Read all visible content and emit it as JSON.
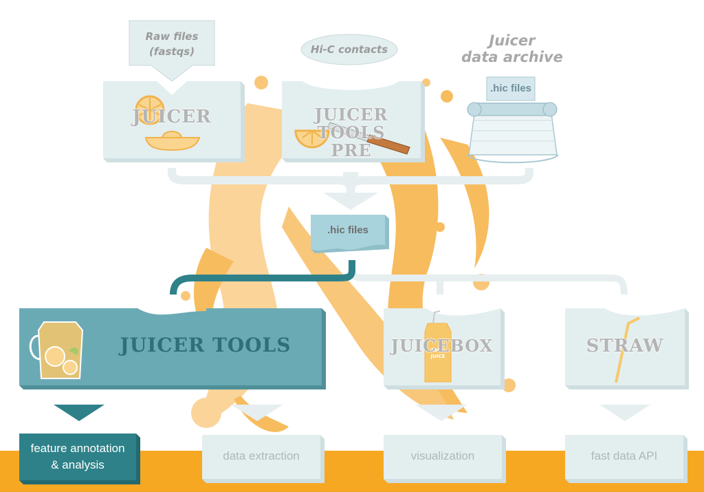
{
  "inputs": {
    "raw_files": "Raw files\n(fastqs)",
    "hic_contacts": "Hi-C contacts",
    "archive": "Juicer\ndata archive",
    "archive_card": ".hic files"
  },
  "tools": {
    "juicer": "JUICER",
    "juicer_tools_pre": "JUICER TOOLS\nPRE",
    "juicer_tools": "JUICER TOOLS",
    "juicebox": "JUICEBOX",
    "straw": "STRAW"
  },
  "hub": {
    "label": ".hic files"
  },
  "juice_box_text": "100%\nJUICE",
  "outputs": {
    "feature": "feature annotation\n& analysis",
    "extraction": "data extraction",
    "visualization": "visualization",
    "api": "fast data API"
  },
  "colors": {
    "teal": "#4f9aa8",
    "teal_dark": "#2e8189",
    "panel": "#e3eeef",
    "orange": "#f7a823",
    "splash": "#f9c77a",
    "connector": "#e6eef0"
  }
}
